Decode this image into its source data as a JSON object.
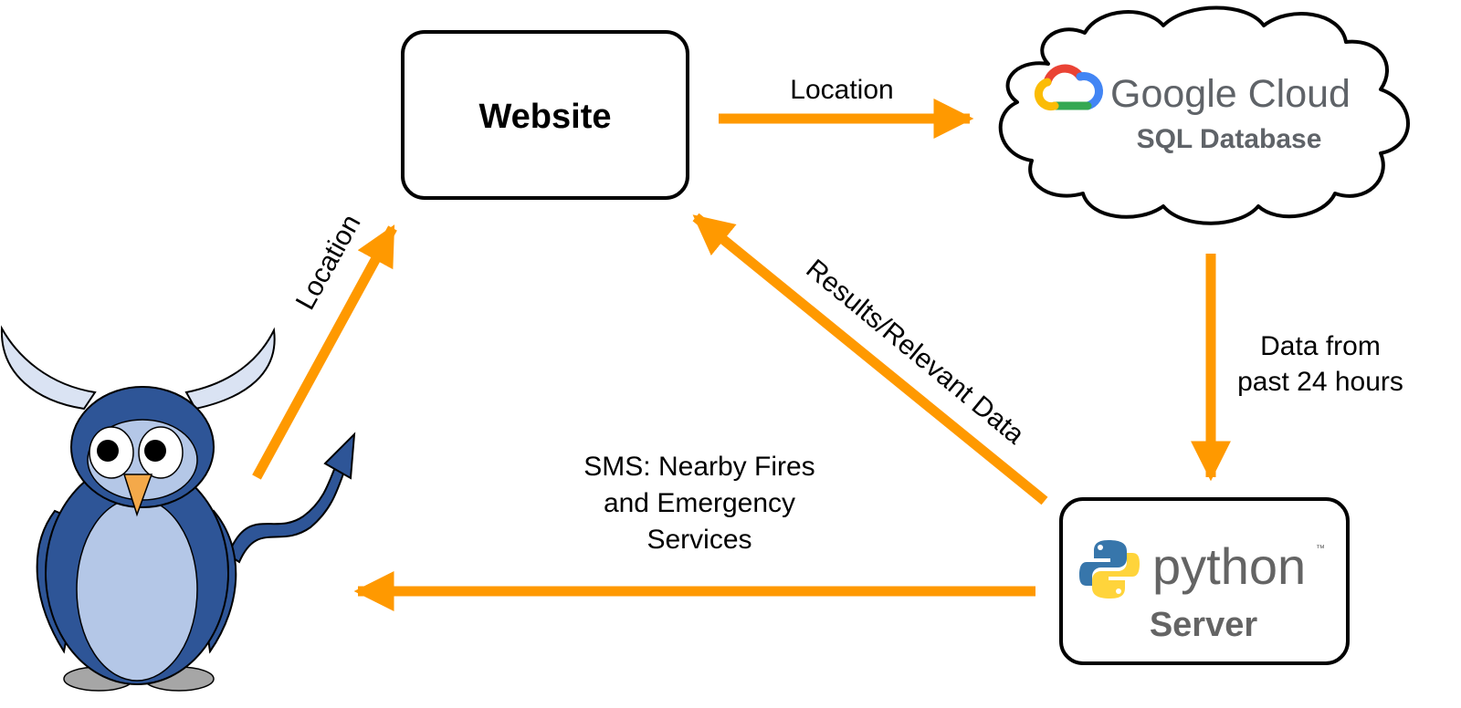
{
  "nodes": {
    "website": {
      "label": "Website"
    },
    "cloud": {
      "brand": "Google Cloud",
      "label": "SQL Database"
    },
    "server": {
      "brand": "python",
      "trademark": "™",
      "label": "Server"
    }
  },
  "edges": {
    "website_to_cloud": "Location",
    "user_to_website": "Location",
    "cloud_to_server_line1": "Data from",
    "cloud_to_server_line2": "past 24 hours",
    "server_to_website": "Results/Relevant Data",
    "server_to_user_line1": "SMS: Nearby Fires",
    "server_to_user_line2": "and Emergency",
    "server_to_user_line3": "Services"
  },
  "colors": {
    "arrow": "#FF9900",
    "owl_dark": "#2E5597",
    "owl_light": "#B4C7E7",
    "horn": "#DAE3F3",
    "beak": "#F4A94A",
    "feet": "#A6A6A6",
    "google_text": "#5f6368",
    "python_blue": "#3776AB",
    "python_yellow": "#FFD43B"
  },
  "icons": {
    "cloud_logo": "google-cloud-logo",
    "python_logo": "python-logo",
    "mascot": "owl-mascot"
  }
}
